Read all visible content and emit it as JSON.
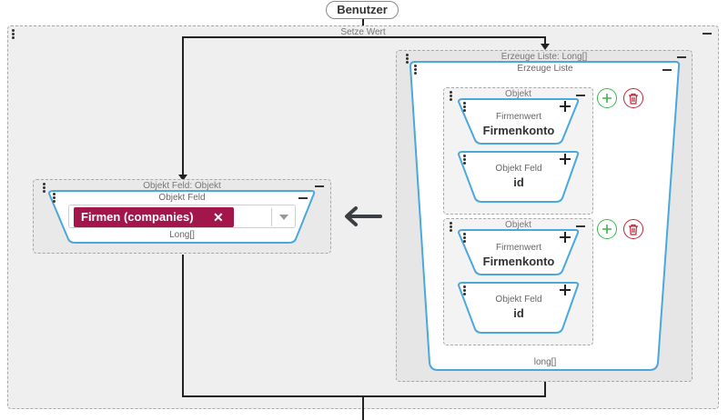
{
  "top_pill": {
    "label": "Benutzer"
  },
  "outer_panel": {
    "title": "Setze Wert"
  },
  "left_panel": {
    "title": "Objekt Feld: Objekt",
    "block_title": "Objekt Feld",
    "tag_label": "Firmen (companies)",
    "tag_remove_glyph": "✕",
    "dropdown_icon": "caret-down-icon",
    "footer": "Long[]"
  },
  "arrow": {
    "icon": "arrow-left-icon"
  },
  "right_panel": {
    "title": "Erzeuge Liste: Long[]",
    "block_title": "Erzeuge Liste",
    "footer": "long[]",
    "objects": [
      {
        "title": "Objekt",
        "items": [
          {
            "sub": "Firmenwert",
            "main": "Firmenkonto"
          },
          {
            "sub": "Objekt Feld",
            "main": "id"
          }
        ]
      },
      {
        "title": "Objekt",
        "items": [
          {
            "sub": "Firmenwert",
            "main": "Firmenkonto"
          },
          {
            "sub": "Objekt Feld",
            "main": "id"
          }
        ]
      }
    ]
  },
  "colors": {
    "accent_blue": "#4aa8dc",
    "tag_bg": "#a3164b",
    "add_green": "#3fb34f",
    "delete_red": "#c0243a"
  }
}
